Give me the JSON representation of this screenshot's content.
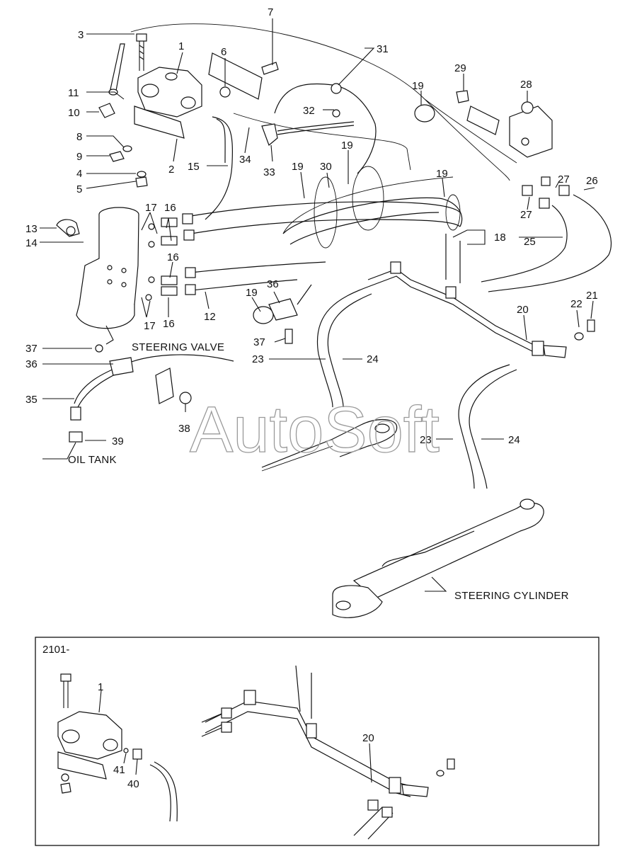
{
  "watermark": "AutoSoft",
  "captions": {
    "steering_valve": "STEERING VALVE",
    "steering_cylinder": "STEERING CYLINDER",
    "oil_tank": "OIL TANK"
  },
  "inset": {
    "serial": "2101-"
  },
  "callouts": [
    "1",
    "2",
    "3",
    "4",
    "5",
    "6",
    "7",
    "8",
    "9",
    "10",
    "11",
    "12",
    "13",
    "14",
    "15",
    "16",
    "17",
    "18",
    "19",
    "20",
    "21",
    "22",
    "23",
    "24",
    "25",
    "26",
    "27",
    "28",
    "29",
    "30",
    "31",
    "32",
    "33",
    "34",
    "35",
    "36",
    "37",
    "38",
    "39",
    "40",
    "41"
  ]
}
